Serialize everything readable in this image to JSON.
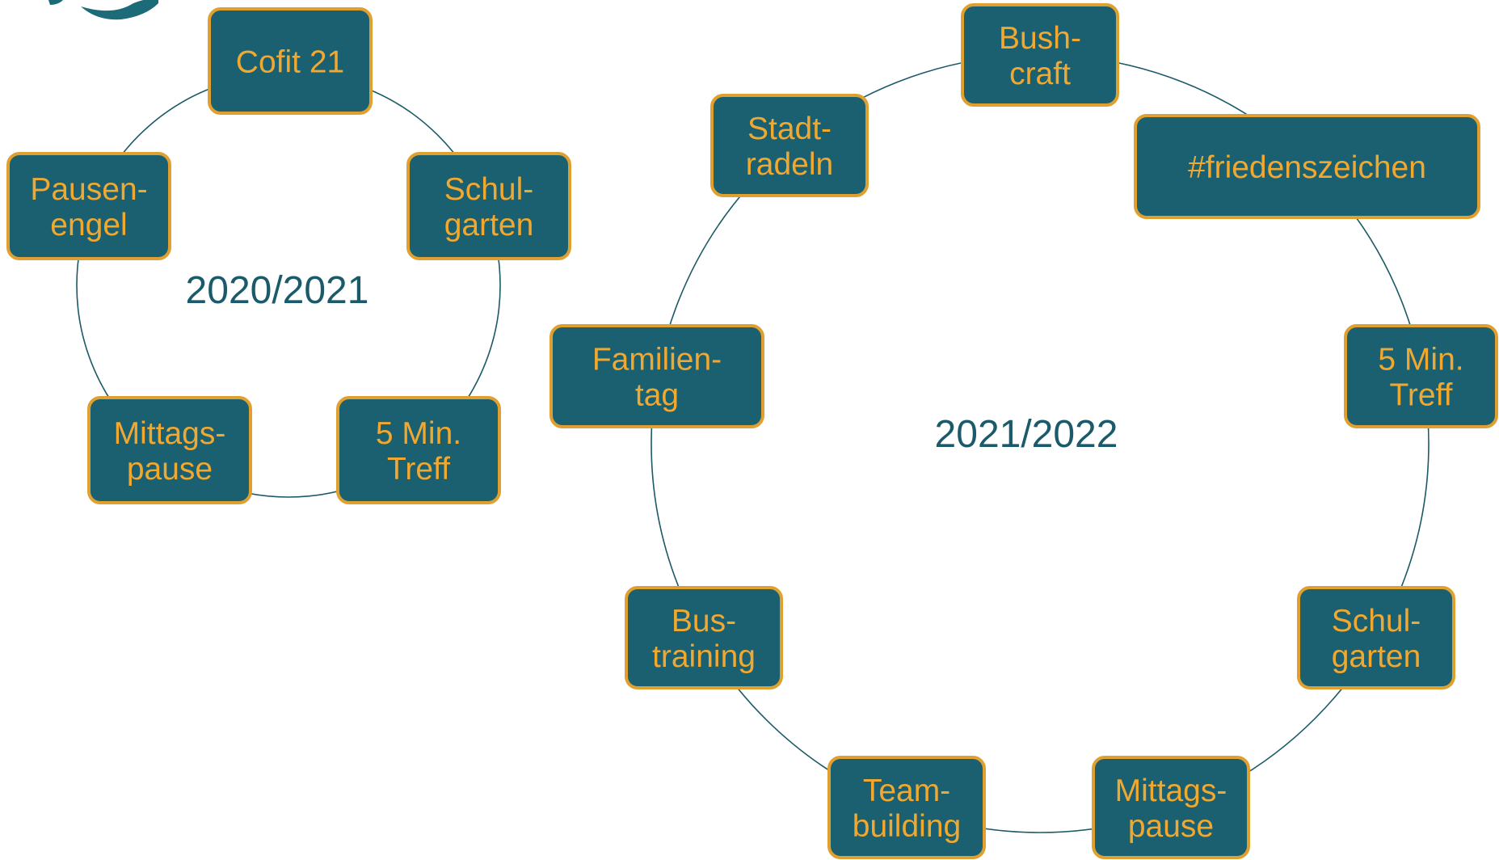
{
  "cycles": [
    {
      "label": "2020/2021",
      "nodes": [
        {
          "lines": [
            "Cofit 21"
          ]
        },
        {
          "lines": [
            "Schul-",
            "garten"
          ]
        },
        {
          "lines": [
            "5 Min.",
            "Treff"
          ]
        },
        {
          "lines": [
            "Mittags-",
            "pause"
          ]
        },
        {
          "lines": [
            "Pausen-",
            "engel"
          ]
        }
      ]
    },
    {
      "label": "2021/2022",
      "nodes": [
        {
          "lines": [
            "Bush-",
            "craft"
          ]
        },
        {
          "lines": [
            "#friedenszeichen"
          ]
        },
        {
          "lines": [
            "5 Min.",
            "Treff"
          ]
        },
        {
          "lines": [
            "Schul-",
            "garten"
          ]
        },
        {
          "lines": [
            "Mittags-",
            "pause"
          ]
        },
        {
          "lines": [
            "Team-",
            "building"
          ]
        },
        {
          "lines": [
            "Bus-",
            "training"
          ]
        },
        {
          "lines": [
            "Familien-",
            "tag"
          ]
        },
        {
          "lines": [
            "Stadt-",
            "radeln"
          ]
        }
      ]
    }
  ],
  "colors": {
    "node_fill": "#1b6070",
    "node_border": "#e0a030",
    "node_text": "#f0a830",
    "ring": "#1b5a66",
    "cycle_label": "#1b5a6b"
  },
  "icons": {
    "logo": "logo-swoosh-icon"
  }
}
